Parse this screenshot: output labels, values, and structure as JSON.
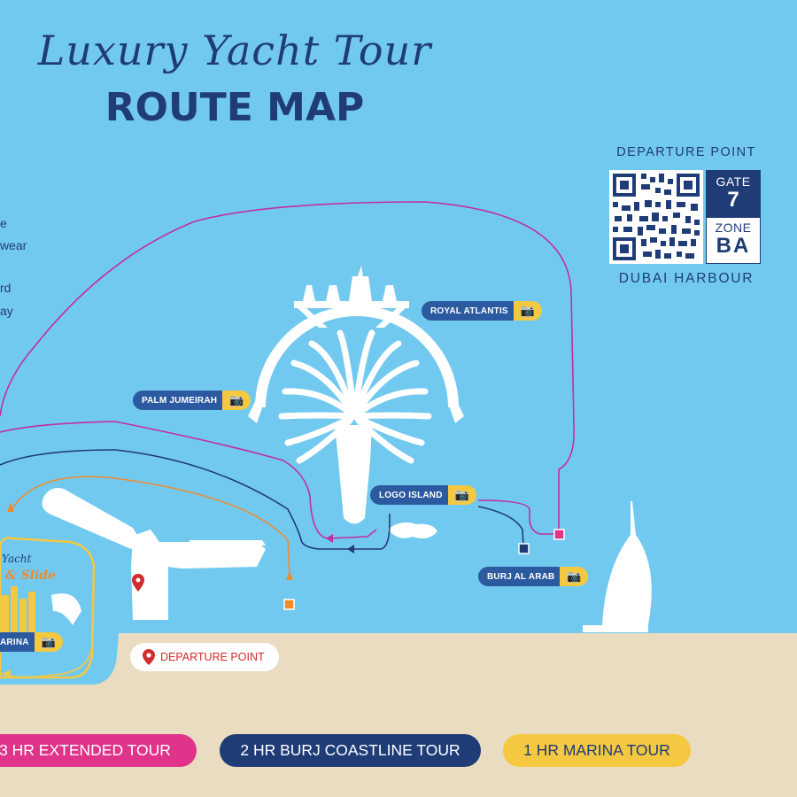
{
  "title": {
    "script": "Luxury Yacht Tour",
    "main": "ROUTE MAP"
  },
  "sidebar_fragments": [
    "e",
    "wear",
    "rd",
    "ay"
  ],
  "departure_box": {
    "label": "DEPARTURE POINT",
    "gate_label": "GATE",
    "gate_value": "7",
    "zone_label": "ZONE",
    "zone_value": "BA",
    "location": "DUBAI HARBOUR"
  },
  "locations": [
    {
      "name": "ROYAL ATLANTIS",
      "icon": "camera-icon"
    },
    {
      "name": "PALM JUMEIRAH",
      "icon": "camera-icon"
    },
    {
      "name": "LOGO ISLAND",
      "icon": "camera-icon"
    },
    {
      "name": "BURJ AL ARAB",
      "icon": "camera-icon"
    },
    {
      "name": "ARINA",
      "icon": "camera-icon"
    }
  ],
  "yacht_logo_text": {
    "line1": "Yacht",
    "line2": "& Slide"
  },
  "departure_marker": {
    "label": "DEPARTURE POINT",
    "icon": "map-pin-icon"
  },
  "legend": [
    {
      "label": "3 HR EXTENDED TOUR",
      "color": "#e0338a"
    },
    {
      "label": "2 HR BURJ COASTLINE TOUR",
      "color": "#1f3c77"
    },
    {
      "label": "1 HR MARINA TOUR",
      "color": "#f5c842"
    }
  ],
  "colors": {
    "sea": "#72c9ef",
    "land": "#e9dcc0",
    "navy": "#1f3c77",
    "magenta": "#c0309e",
    "orange": "#ef8a2f",
    "yellow": "#f5c842",
    "blue_label": "#2c5aa0"
  }
}
